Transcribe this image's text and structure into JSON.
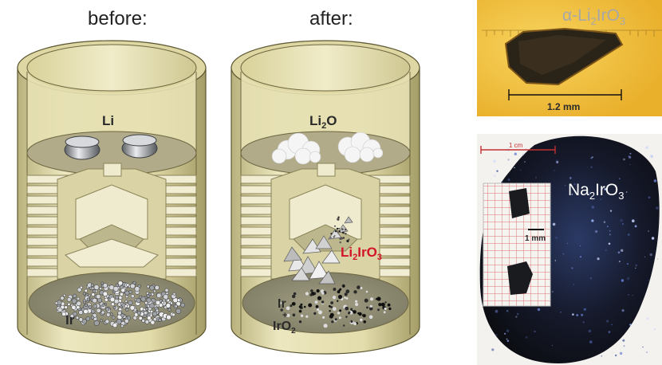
{
  "headings": {
    "before": "before:",
    "after": "after:"
  },
  "before_crucible": {
    "top_material": "Li",
    "bottom_material": "Ir"
  },
  "after_crucible": {
    "top_material": {
      "base": "Li",
      "sub": "2",
      "rest": "O"
    },
    "product": {
      "a": "Li",
      "s1": "2",
      "b": "IrO",
      "s2": "3"
    },
    "bottom_line1": "Ir",
    "bottom_plus": "+",
    "bottom_line2": {
      "base": "IrO",
      "sub": "2"
    }
  },
  "photo_li2iro3": {
    "label": {
      "prefix": "α-Li",
      "s1": "2",
      "mid": "IrO",
      "s2": "3"
    },
    "scale": "1.2 mm"
  },
  "photo_na2iro3": {
    "label": {
      "prefix": "Na",
      "s1": "2",
      "mid": "IrO",
      "s2": "3"
    },
    "scale_cm": "1 cm",
    "scale_mm": "1 mm"
  },
  "colors": {
    "crucible_wall": "#e9e4b9",
    "product_label": "#d2142a",
    "li2iro3_bg": "#f3c33a",
    "crystal": "#121418"
  }
}
